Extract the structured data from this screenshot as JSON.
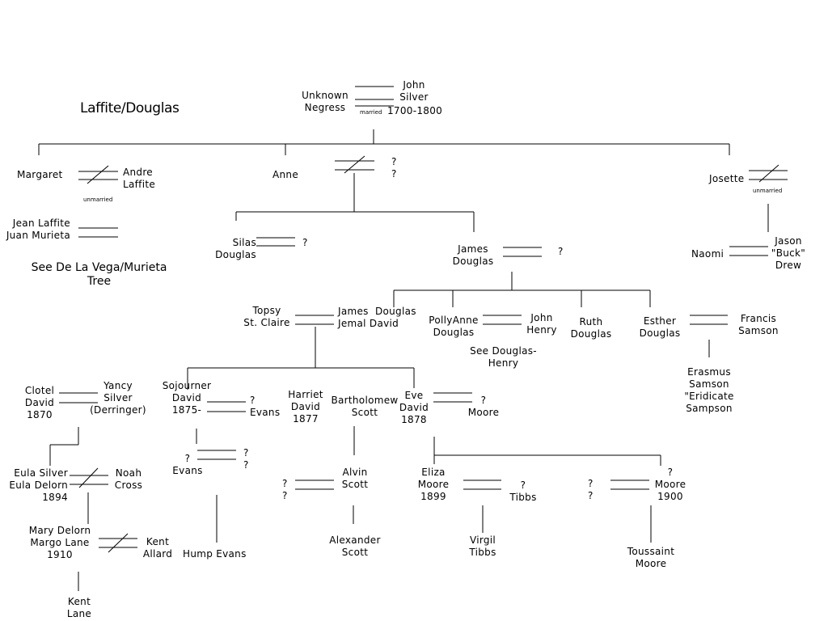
{
  "title": "Laffite/Douglas",
  "see_de_la_vega": "See De La Vega/Murieta\nTree",
  "see_douglas_henry": "See Douglas-\nHenry",
  "notes": {
    "married": "married",
    "unmarried": "unmarried"
  },
  "years": {
    "root": "1700-1800"
  },
  "people": {
    "unknown_negress": "Unknown\nNegress",
    "john_silver": "John\nSilver",
    "margaret": "Margaret",
    "andre_laffite": "Andre\nLaffite",
    "jean_laffite": "Jean Laffite\nJuan Murieta",
    "anne": "Anne",
    "anne_spouse": "?\n?",
    "josette": "Josette",
    "naomi": "Naomi",
    "jason_drew": "Jason\n\"Buck\"\nDrew",
    "silas_douglas": "Silas\nDouglas",
    "silas_spouse": "?",
    "james_douglas": "James\nDouglas",
    "james_spouse": "?",
    "topsy": "Topsy\nSt. Claire",
    "james_jemal": "James  Douglas\nJemal David",
    "pollyanne": "PollyAnne\nDouglas",
    "john_henry": "John\nHenry",
    "ruth": "Ruth\nDouglas",
    "esther": "Esther\nDouglas",
    "francis": "Francis\nSamson",
    "erasmus": "Erasmus\nSamson\n\"Eridicate\nSampson",
    "clotel": "Clotel\nDavid\n1870",
    "yancy": "Yancy\nSilver\n(Derringer)",
    "sojourner": "Sojourner\nDavid\n1875-",
    "sojourner_spouse": "?\nEvans",
    "harriet": "Harriet\nDavid\n1877",
    "bartholomew": "Bartholomew\nScott",
    "eve": "Eve\nDavid\n1878",
    "eve_spouse": "?\nMoore",
    "eula": "Eula Silver\nEula Delorn\n1894",
    "noah": "Noah\nCross",
    "evans": "?\nEvans",
    "evans_spouse": "?\n?",
    "alvin_spouse": "?\n?",
    "alvin": "Alvin\nScott",
    "eliza": "Eliza\nMoore\n1899",
    "eliza_spouse": "?\nTibbs",
    "moore_spouse": "?\n?",
    "moore": "?\nMoore\n1900",
    "mary": "Mary Delorn\nMargo Lane\n1910",
    "kent_allard": "Kent\nAllard",
    "hump": "Hump Evans",
    "alexander": "Alexander\nScott",
    "virgil": "Virgil\nTibbs",
    "toussaint": "Toussaint\nMoore",
    "kent_lane": "Kent\nLane"
  }
}
